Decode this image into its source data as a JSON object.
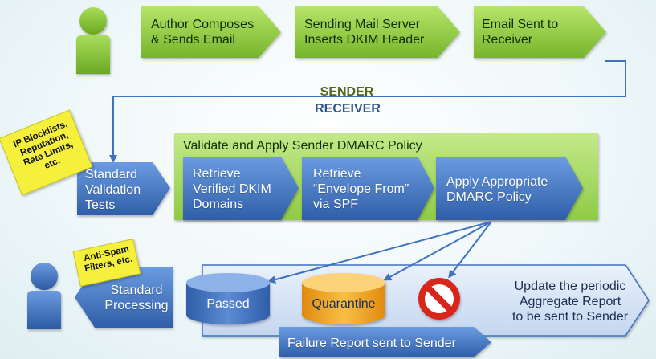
{
  "sender_steps": [
    {
      "label": "Author Composes\n& Sends Email"
    },
    {
      "label": "Sending Mail Server\nInserts DKIM Header"
    },
    {
      "label": "Email Sent to\nReceiver"
    }
  ],
  "divider": {
    "sender_label": "SENDER",
    "receiver_label": "RECEIVER"
  },
  "notes": {
    "ip_note": "IP Blocklists,\nReputation,\nRate Limits,\netc.",
    "antispam_note": "Anti-Spam\nFilters, etc."
  },
  "validation": {
    "label": "Standard\nValidation\nTests"
  },
  "dmarc": {
    "title": "Validate and Apply Sender DMARC Policy",
    "steps": [
      {
        "label": "Retrieve\nVerified DKIM\nDomains"
      },
      {
        "label": "Retrieve\n“Envelope From”\nvia SPF"
      },
      {
        "label": "Apply Appropriate\nDMARC Policy"
      }
    ]
  },
  "processing": {
    "label": "Standard\nProcessing"
  },
  "outcomes": {
    "passed": "Passed",
    "quarantine": "Quarantine",
    "failure_report": "Failure Report sent to Sender",
    "update": "Update the periodic\nAggregate Report\nto be sent to Sender"
  },
  "colors": {
    "green": "#8fcc3c",
    "blue": "#3f73bf",
    "note_yellow": "#f5f03a",
    "quarantine_orange": "#f3a51d",
    "reject_red": "#d9261c"
  }
}
